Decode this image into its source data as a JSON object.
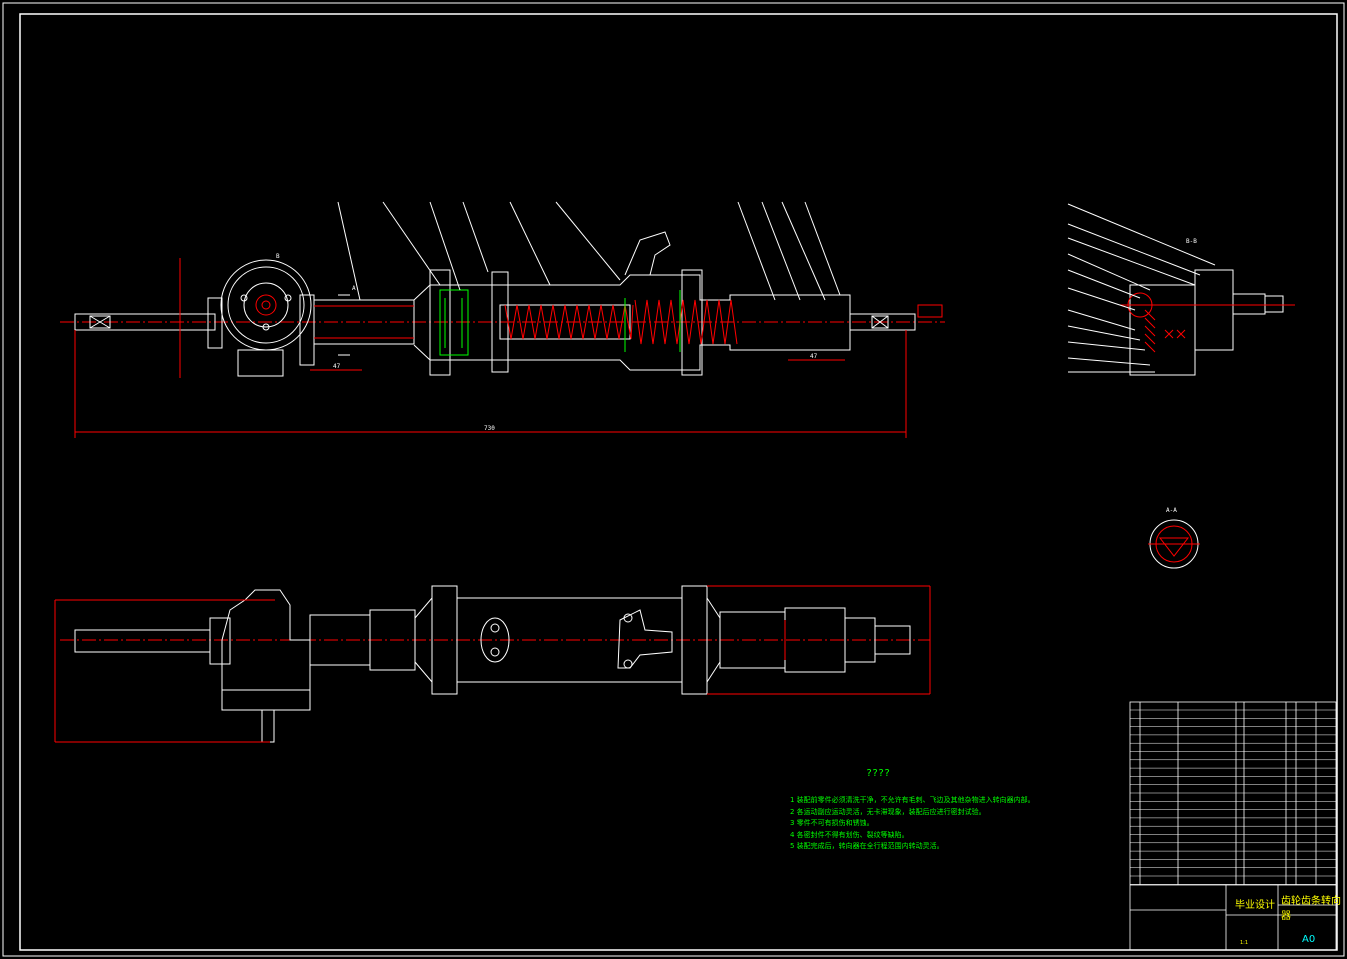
{
  "drawing": {
    "notes_title": "????",
    "notes": [
      "1 装配前零件必须清洗干净，不允许有毛刺、飞边及其他杂物进入转向器内部。",
      "2 各运动副应运动灵活，无卡滞现象，装配后应进行密封试验。",
      "3 零件不可有损伤和锈蚀。",
      "4 各密封件不得有划伤、裂纹等缺陷。",
      "5 装配完成后，转向器在全行程范围内转动灵活。"
    ],
    "dimensions": {
      "overall_length": "730",
      "stroke_left": "47",
      "stroke_right": "47",
      "section_a": "A",
      "section_b": "B",
      "view_bb": "B-B",
      "view_aa": "A-A"
    },
    "title_block": {
      "design_name": "毕业设计",
      "part_name": "齿轮齿条转向器",
      "sheet_size": "A0",
      "scale": "1:1"
    },
    "colors": {
      "outline": "#ffffff",
      "centerline": "#ff0000",
      "dimension": "#ff0000",
      "section": "#ff0000",
      "highlight": "#00ff00",
      "border": "#ffffff",
      "label_yellow": "#ffff00"
    }
  }
}
